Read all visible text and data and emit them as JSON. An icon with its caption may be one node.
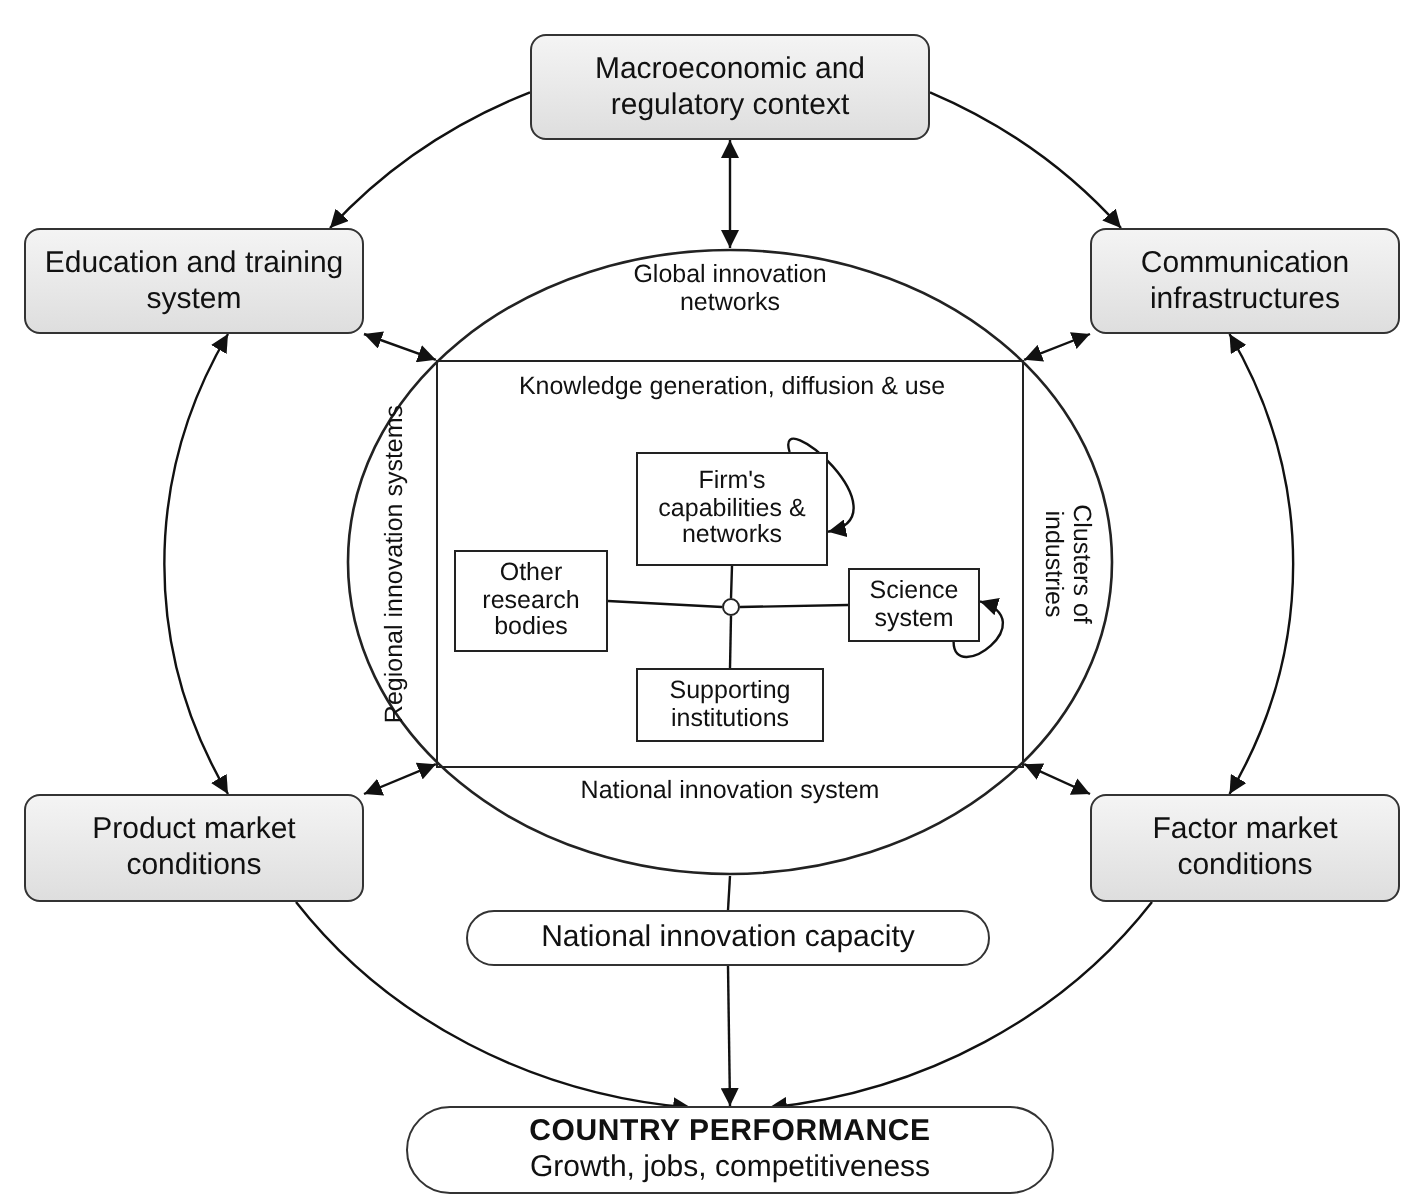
{
  "diagram": {
    "nodes": [
      {
        "text": [
          "Macroeconomic and regulatory context"
        ]
      },
      {
        "text": [
          "Education and training system"
        ]
      },
      {
        "text": [
          "Communication infrastructures"
        ]
      },
      {
        "text": [
          "Product market conditions"
        ]
      },
      {
        "text": [
          "Factor market conditions"
        ]
      },
      {
        "text": [
          "Global innovation networks",
          "Regional innovation systems",
          "Clusters of industries",
          "National innovation system"
        ]
      },
      {
        "text": [
          "Knowledge generation, diffusion & use"
        ],
        "in": 5
      },
      {
        "text": [
          "Firm's capabilities & networks"
        ],
        "in": 6
      },
      {
        "text": [
          "Other research bodies"
        ],
        "in": 6
      },
      {
        "text": [
          "Science system"
        ],
        "in": 6
      },
      {
        "text": [
          "Supporting institutions"
        ],
        "in": 6
      },
      {
        "text": [],
        "shape": "circle",
        "in": 6
      },
      {
        "text": [
          "National innovation capacity"
        ]
      },
      {
        "text": [
          "COUNTRY PERFORMANCE",
          "Growth, jobs, competitiveness"
        ]
      }
    ],
    "edges": [
      {
        "from": 0,
        "to": 1,
        "arrow": "to"
      },
      {
        "from": 0,
        "to": 2,
        "arrow": "to"
      },
      {
        "from": 0,
        "to": 5,
        "arrow": "both"
      },
      {
        "from": 1,
        "to": 5,
        "arrow": "both"
      },
      {
        "from": 2,
        "to": 5,
        "arrow": "both"
      },
      {
        "from": 3,
        "to": 5,
        "arrow": "both"
      },
      {
        "from": 4,
        "to": 5,
        "arrow": "both"
      },
      {
        "from": 1,
        "to": 3,
        "arrow": "both"
      },
      {
        "from": 2,
        "to": 4,
        "arrow": "both"
      },
      {
        "from": 3,
        "to": 13,
        "arrow": "to"
      },
      {
        "from": 4,
        "to": 13,
        "arrow": "to"
      },
      {
        "from": 5,
        "to": 12,
        "arrow": "none"
      },
      {
        "from": 12,
        "to": 13,
        "arrow": "to"
      },
      {
        "from": 7,
        "to": 11,
        "arrow": "none"
      },
      {
        "from": 8,
        "to": 11,
        "arrow": "none"
      },
      {
        "from": 9,
        "to": 11,
        "arrow": "none"
      },
      {
        "from": 10,
        "to": 11,
        "arrow": "none"
      },
      {
        "from": 7,
        "to": 7,
        "arrow": "to"
      },
      {
        "from": 9,
        "to": 9,
        "arrow": "to"
      }
    ]
  }
}
